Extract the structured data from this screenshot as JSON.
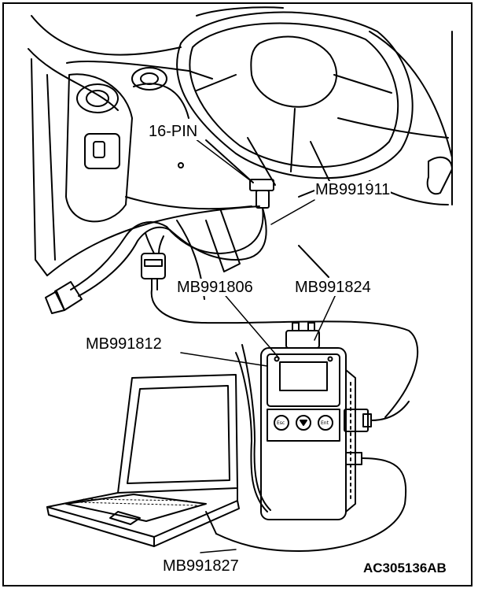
{
  "labels": {
    "pin16": "16-PIN",
    "mb991911": "MB991911",
    "mb991806": "MB991806",
    "mb991824": "MB991824",
    "mb991812": "MB991812",
    "mb991827": "MB991827"
  },
  "figure_code": "AC305136AB",
  "device_buttons": [
    "Esc",
    "",
    "Ent"
  ]
}
